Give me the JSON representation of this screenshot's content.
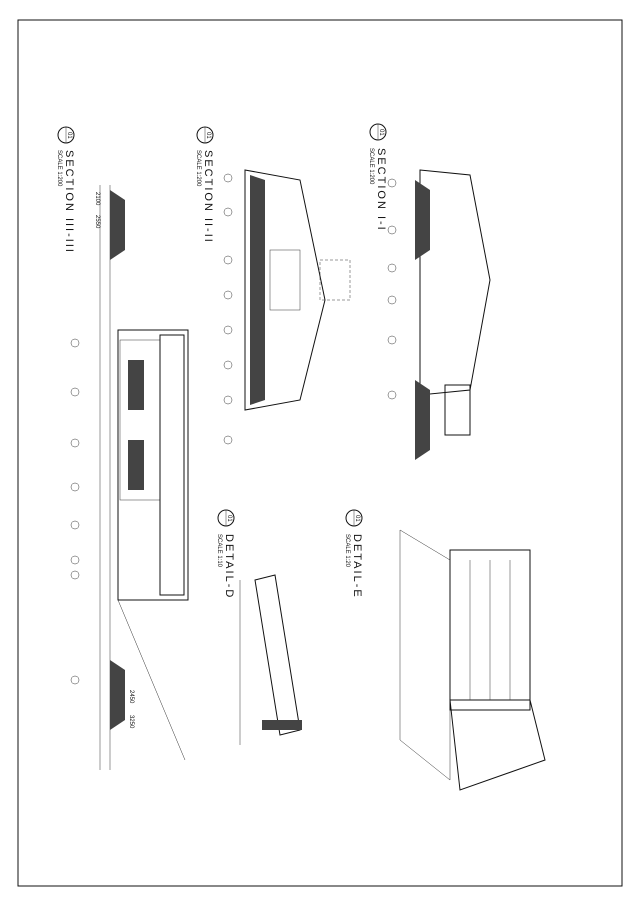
{
  "drawings": [
    {
      "id": "section-3",
      "number": "01",
      "title": "SECTION III-III",
      "scale": "SCALE 1:200"
    },
    {
      "id": "section-2",
      "number": "01",
      "title": "SECTION II-II",
      "scale": "SCALE 1:200"
    },
    {
      "id": "section-1",
      "number": "01",
      "title": "SECTION I-I",
      "scale": "SCALE 1:200"
    },
    {
      "id": "detail-d",
      "number": "01",
      "title": "DETAIL-D",
      "scale": "SCALE 1:10"
    },
    {
      "id": "detail-e",
      "number": "01",
      "title": "DETAIL-E",
      "scale": "SCALE 1:20"
    }
  ],
  "dims": {
    "d1": "2100",
    "d2": "2550",
    "d3": "2450",
    "d4": "3250"
  }
}
